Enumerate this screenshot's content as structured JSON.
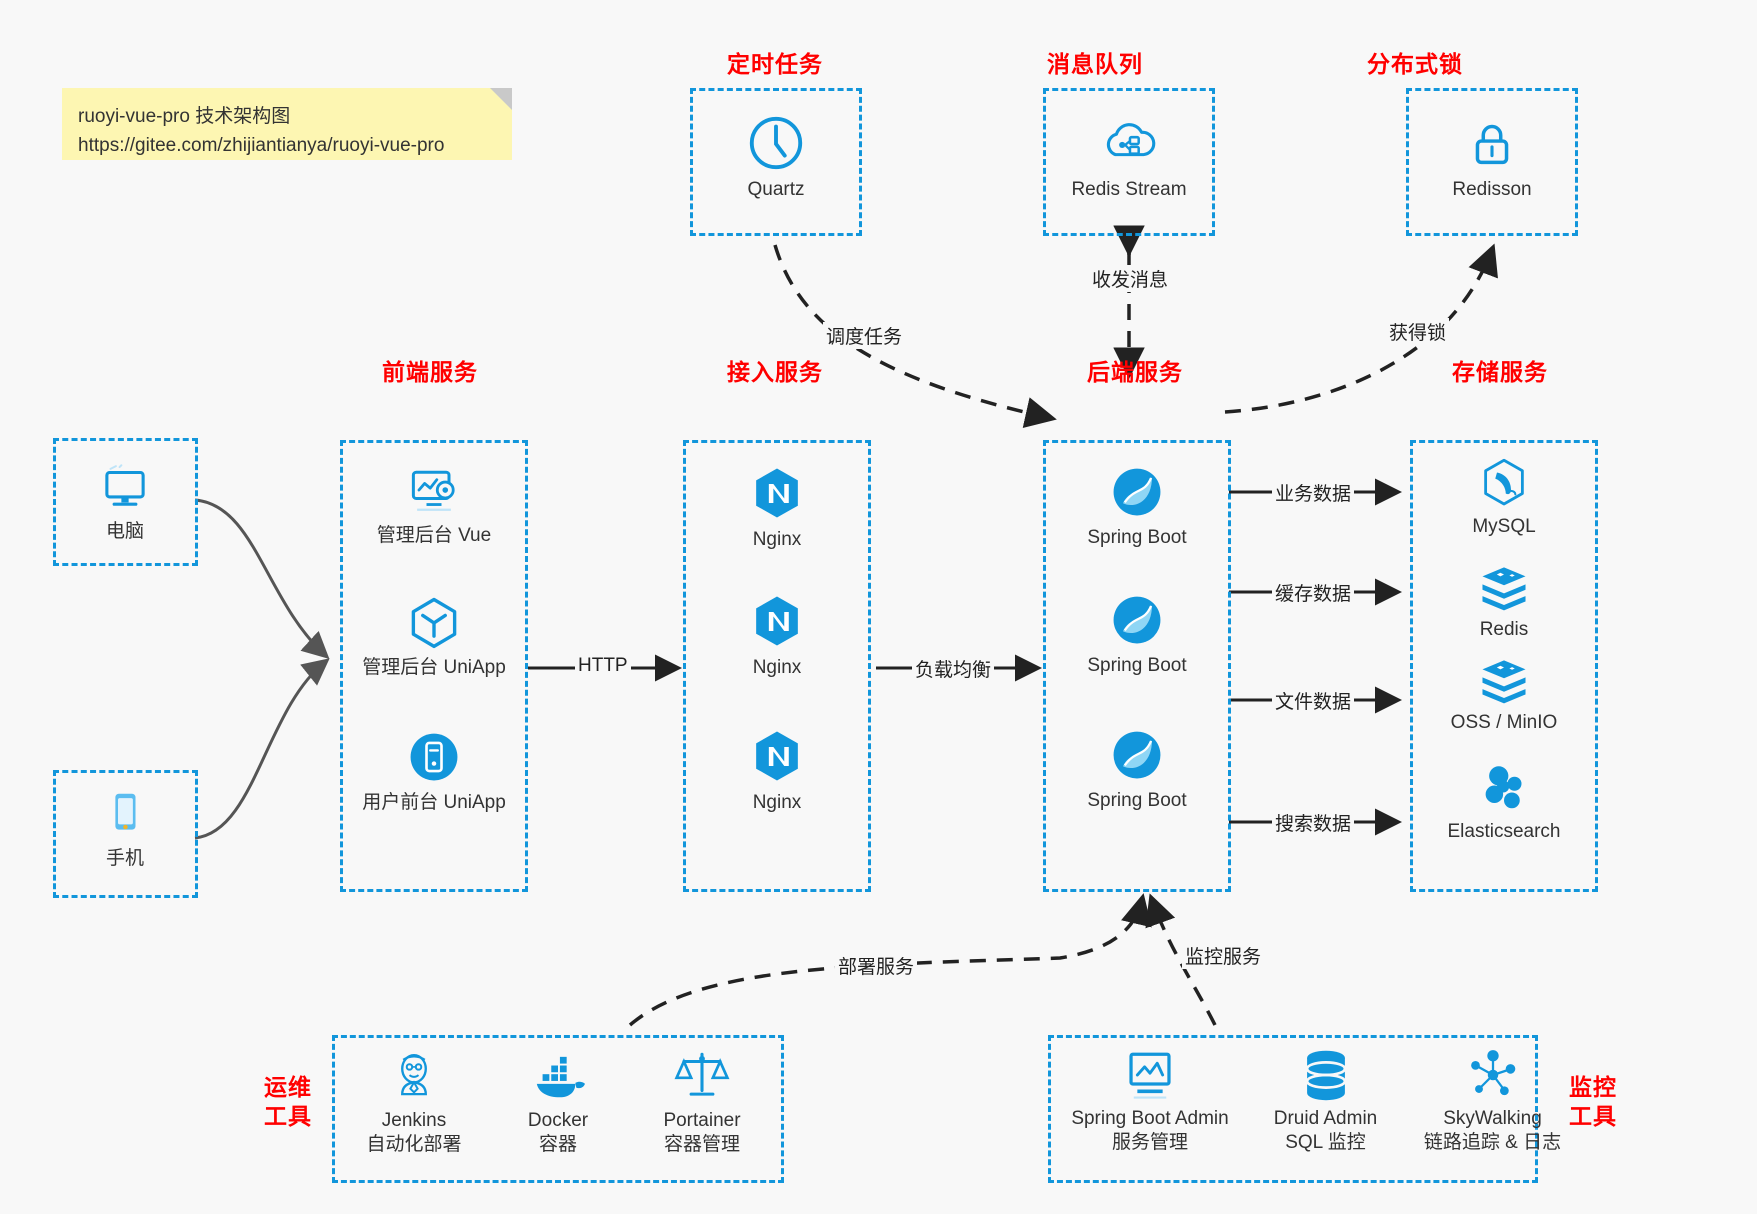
{
  "note": {
    "line1": "ruoyi-vue-pro 技术架构图",
    "line2": "https://gitee.com/zhijiantianya/ruoyi-vue-pro"
  },
  "sections": {
    "scheduled_tasks": "定时任务",
    "message_queue": "消息队列",
    "distributed_lock": "分布式锁",
    "frontend_service": "前端服务",
    "gateway_service": "接入服务",
    "backend_service": "后端服务",
    "storage_service": "存储服务",
    "ops_tools_line1": "运维",
    "ops_tools_line2": "工具",
    "monitor_tools_line1": "监控",
    "monitor_tools_line2": "工具"
  },
  "nodes": {
    "quartz": {
      "label": "Quartz",
      "icon": "clock-icon"
    },
    "redis_stream": {
      "label": "Redis Stream",
      "icon": "cloud-network-icon"
    },
    "redisson": {
      "label": "Redisson",
      "icon": "lock-icon"
    },
    "computer": {
      "label": "电脑",
      "icon": "desktop-monitor-icon"
    },
    "phone": {
      "label": "手机",
      "icon": "smartphone-icon"
    },
    "admin_vue": {
      "label": "管理后台 Vue",
      "icon": "dashboard-settings-icon"
    },
    "admin_uniapp": {
      "label": "管理后台 UniApp",
      "icon": "cube-icon"
    },
    "user_uniapp": {
      "label": "用户前台 UniApp",
      "icon": "mobile-app-icon"
    },
    "nginx1": {
      "label": "Nginx",
      "icon": "nginx-icon"
    },
    "nginx2": {
      "label": "Nginx",
      "icon": "nginx-icon"
    },
    "nginx3": {
      "label": "Nginx",
      "icon": "nginx-icon"
    },
    "springboot1": {
      "label": "Spring Boot",
      "icon": "spring-leaf-icon"
    },
    "springboot2": {
      "label": "Spring Boot",
      "icon": "spring-leaf-icon"
    },
    "springboot3": {
      "label": "Spring Boot",
      "icon": "spring-leaf-icon"
    },
    "mysql": {
      "label": "MySQL",
      "icon": "mysql-dolphin-icon"
    },
    "redis": {
      "label": "Redis",
      "icon": "redis-stack-icon"
    },
    "oss_minio": {
      "label": "OSS / MinIO",
      "icon": "redis-stack-icon"
    },
    "elasticsearch": {
      "label": "Elasticsearch",
      "icon": "elasticsearch-icon"
    },
    "jenkins": {
      "label": "Jenkins",
      "sublabel": "自动化部署",
      "icon": "jenkins-butler-icon"
    },
    "docker": {
      "label": "Docker",
      "sublabel": "容器",
      "icon": "docker-whale-icon"
    },
    "portainer": {
      "label": "Portainer",
      "sublabel": "容器管理",
      "icon": "scales-icon"
    },
    "spring_boot_admin": {
      "label": "Spring Boot Admin",
      "sublabel": "服务管理",
      "icon": "monitor-chart-icon"
    },
    "druid_admin": {
      "label": "Druid Admin",
      "sublabel": "SQL 监控",
      "icon": "database-icon"
    },
    "skywalking": {
      "label": "SkyWalking",
      "sublabel": "链路追踪 & 日志",
      "icon": "skywalking-nodes-icon"
    }
  },
  "edges": {
    "schedule_task": "调度任务",
    "send_receive_message": "收发消息",
    "acquire_lock": "获得锁",
    "http": "HTTP",
    "load_balance": "负载均衡",
    "business_data": "业务数据",
    "cache_data": "缓存数据",
    "file_data": "文件数据",
    "search_data": "搜索数据",
    "deploy_service": "部署服务",
    "monitor_service": "监控服务"
  },
  "colors": {
    "accent_blue": "#1296db",
    "title_red": "#ff0000",
    "note_yellow": "#fdf6b2",
    "background": "#f8f8f8",
    "wire_gray": "#555555",
    "wire_black": "#222222"
  }
}
